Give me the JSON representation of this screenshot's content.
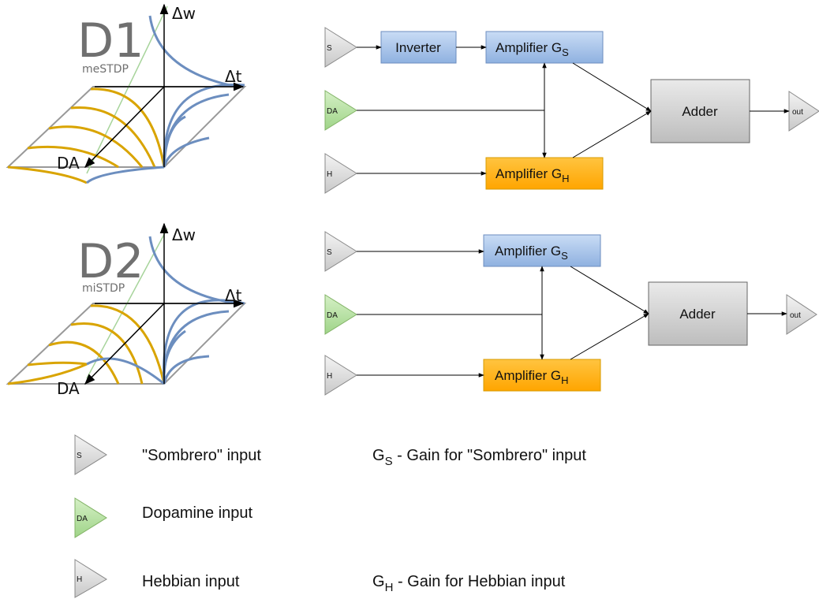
{
  "colors": {
    "blue_fill": "#a7c4ea",
    "blue_stroke": "#6c8ebf",
    "orange_fill": "#ffad00",
    "orange_stroke": "#d79b00",
    "gray_fill": "#d3d3d3",
    "green_fill": "#a9dc90",
    "curve_orange": "#d9a400",
    "curve_blue": "#6c8ebf",
    "diag_green": "#a7d49b"
  },
  "d1": {
    "label": "D1",
    "sublabel": "meSTDP",
    "axis_w": "Δw",
    "axis_t": "Δt",
    "axis_da": "DA"
  },
  "d2": {
    "label": "D2",
    "sublabel": "miSTDP",
    "axis_w": "Δw",
    "axis_t": "Δt",
    "axis_da": "DA"
  },
  "circuit1": {
    "input_s": "S",
    "input_da": "DA",
    "input_h": "H",
    "inverter": "Inverter",
    "amp_s": "Amplifier G",
    "amp_s_sub": "S",
    "amp_h": "Amplifier G",
    "amp_h_sub": "H",
    "adder": "Adder",
    "out": "out"
  },
  "circuit2": {
    "input_s": "S",
    "input_da": "DA",
    "input_h": "H",
    "amp_s": "Amplifier G",
    "amp_s_sub": "S",
    "amp_h": "Amplifier G",
    "amp_h_sub": "H",
    "adder": "Adder",
    "out": "out"
  },
  "legend": {
    "s_icon": "S",
    "s_text": "\"Sombrero\" input",
    "da_icon": "DA",
    "da_text": "Dopamine input",
    "h_icon": "H",
    "h_text": "Hebbian input",
    "gs_main": "G",
    "gs_sub": "S",
    "gs_text": " - Gain for \"Sombrero\" input",
    "gh_main": "G",
    "gh_sub": "H",
    "gh_text": " - Gain for Hebbian input"
  }
}
